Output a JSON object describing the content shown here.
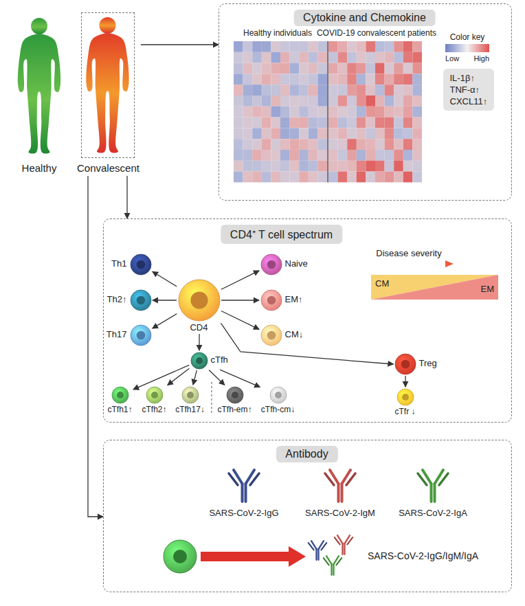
{
  "diagram": {
    "nodes": [
      {
        "text": [
          "Convalescent"
        ]
      },
      {
        "text": [
          "Cytokine and Chemokine"
        ]
      },
      {
        "text": [
          "IL-1β↑",
          "TNF-α↑",
          "CXCL11↑"
        ],
        "in": 1
      },
      {
        "text": [
          "CD4⁺ T cell spectrum"
        ]
      },
      {
        "text": [
          "Th1"
        ],
        "in": 3
      },
      {
        "text": [
          "Th2↑"
        ],
        "in": 3
      },
      {
        "text": [
          "Th17"
        ],
        "in": 3
      },
      {
        "text": [
          "CD4"
        ],
        "in": 3
      },
      {
        "text": [
          "Naive"
        ],
        "in": 3
      },
      {
        "text": [
          "EM↑"
        ],
        "in": 3
      },
      {
        "text": [
          "CM↓"
        ],
        "in": 3
      },
      {
        "text": [
          "cTfh"
        ],
        "in": 3
      },
      {
        "text": [
          "cTfh1↑"
        ],
        "in": 3
      },
      {
        "text": [
          "cTfh2↑"
        ],
        "in": 3
      },
      {
        "text": [
          "cTfh17↓"
        ],
        "in": 3
      },
      {
        "text": [
          "cTfh-em↑"
        ],
        "in": 3
      },
      {
        "text": [
          "cTfh-cm↓"
        ],
        "in": 3
      },
      {
        "text": [
          "Treg"
        ],
        "in": 3
      },
      {
        "text": [
          "cTfr ↓"
        ],
        "in": 3
      },
      {
        "text": [
          "Antibody"
        ]
      }
    ],
    "edges": [
      {
        "from": 0,
        "to": 1,
        "arrow": "to"
      },
      {
        "from": 0,
        "to": 3,
        "arrow": "to"
      },
      {
        "from": 0,
        "to": 19,
        "arrow": "to"
      },
      {
        "from": 7,
        "to": 4,
        "arrow": "to"
      },
      {
        "from": 7,
        "to": 5,
        "arrow": "to"
      },
      {
        "from": 7,
        "to": 6,
        "arrow": "to"
      },
      {
        "from": 7,
        "to": 8,
        "arrow": "to"
      },
      {
        "from": 7,
        "to": 9,
        "arrow": "to"
      },
      {
        "from": 7,
        "to": 10,
        "arrow": "to"
      },
      {
        "from": 7,
        "to": 11,
        "arrow": "to"
      },
      {
        "from": 7,
        "to": 17,
        "arrow": "to"
      },
      {
        "from": 11,
        "to": 12,
        "arrow": "to"
      },
      {
        "from": 11,
        "to": 13,
        "arrow": "to"
      },
      {
        "from": 11,
        "to": 14,
        "arrow": "to"
      },
      {
        "from": 11,
        "to": 15,
        "arrow": "to"
      },
      {
        "from": 11,
        "to": 16,
        "arrow": "to"
      },
      {
        "from": 17,
        "to": 18,
        "arrow": "to"
      }
    ],
    "labels": [
      "Healthy",
      "Healthy individuals",
      "COVID-19 convalescent patients",
      "Color key",
      "Low",
      "High",
      "Disease severity",
      "CM",
      "EM",
      "SARS-CoV-2-IgG",
      "SARS-CoV-2-IgM",
      "SARS-CoV-2-IgA",
      "SARS-CoV-2-IgG/IgM/IgA"
    ]
  }
}
